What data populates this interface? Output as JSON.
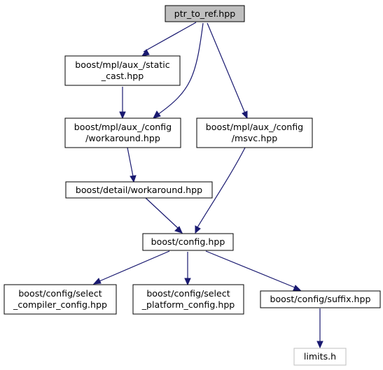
{
  "colors": {
    "edge": "#191970",
    "root_fill": "#bfbfbf",
    "node_fill": "#ffffff",
    "node_stroke": "#000000",
    "external_stroke": "#bfbfbf"
  },
  "nodes": {
    "ptr_to_ref": {
      "lines": [
        "ptr_to_ref.hpp"
      ]
    },
    "static_cast": {
      "lines": [
        "boost/mpl/aux_/static",
        "_cast.hpp"
      ]
    },
    "workaround_mpl": {
      "lines": [
        "boost/mpl/aux_/config",
        "/workaround.hpp"
      ]
    },
    "msvc": {
      "lines": [
        "boost/mpl/aux_/config",
        "/msvc.hpp"
      ]
    },
    "detail_workaround": {
      "lines": [
        "boost/detail/workaround.hpp"
      ]
    },
    "config": {
      "lines": [
        "boost/config.hpp"
      ]
    },
    "select_compiler": {
      "lines": [
        "boost/config/select",
        "_compiler_config.hpp"
      ]
    },
    "select_platform": {
      "lines": [
        "boost/config/select",
        "_platform_config.hpp"
      ]
    },
    "suffix": {
      "lines": [
        "boost/config/suffix.hpp"
      ]
    },
    "limits": {
      "lines": [
        "limits.h"
      ]
    }
  },
  "edges": [
    {
      "from": "ptr_to_ref",
      "to": "static_cast"
    },
    {
      "from": "ptr_to_ref",
      "to": "workaround_mpl"
    },
    {
      "from": "ptr_to_ref",
      "to": "msvc"
    },
    {
      "from": "static_cast",
      "to": "workaround_mpl"
    },
    {
      "from": "workaround_mpl",
      "to": "detail_workaround"
    },
    {
      "from": "msvc",
      "to": "config"
    },
    {
      "from": "detail_workaround",
      "to": "config"
    },
    {
      "from": "config",
      "to": "select_compiler"
    },
    {
      "from": "config",
      "to": "select_platform"
    },
    {
      "from": "config",
      "to": "suffix"
    },
    {
      "from": "suffix",
      "to": "limits"
    }
  ]
}
